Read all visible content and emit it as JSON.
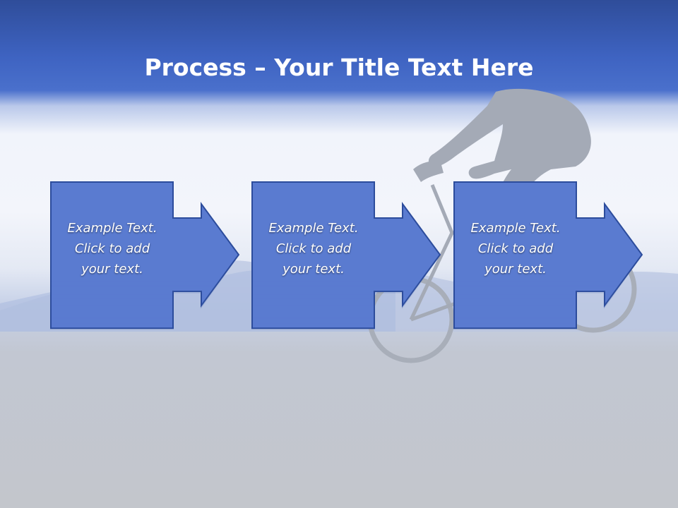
{
  "title": {
    "bold": "Process",
    "rest": " – Your Title Text Here"
  },
  "colors": {
    "header": "#3e63c1",
    "box_fill": "#5a7bd0",
    "box_border": "#2c4c9c",
    "silhouette": "#a4aab6"
  },
  "background_image": "cyclist-silhouette-mountains",
  "steps": [
    {
      "lines": [
        "Example Text.",
        "Click  to add",
        "your text."
      ]
    },
    {
      "lines": [
        "Example Text.",
        "Click  to add",
        "your text."
      ]
    },
    {
      "lines": [
        "Example Text.",
        "Click  to add",
        "your text."
      ]
    }
  ]
}
